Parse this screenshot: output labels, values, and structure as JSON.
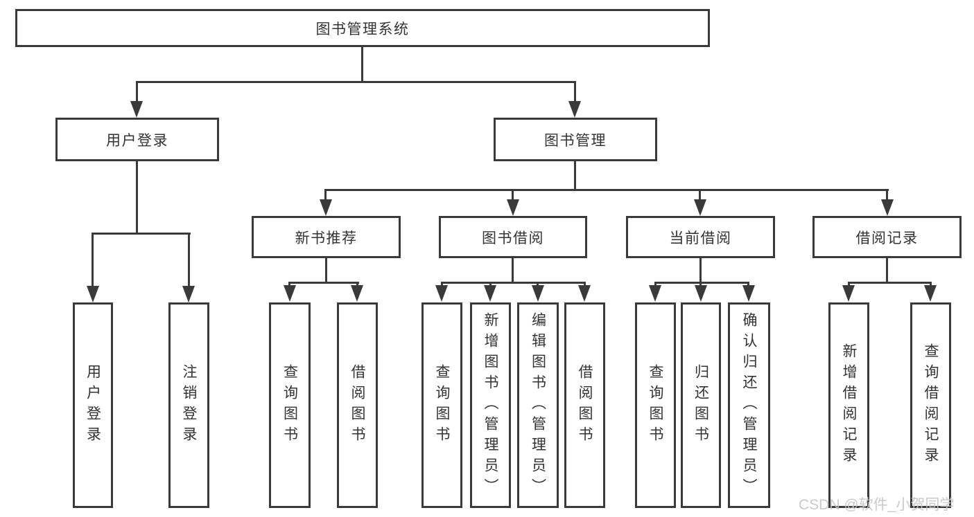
{
  "diagram": {
    "root": {
      "label": "图书管理系统"
    },
    "user_login": {
      "label": "用户登录",
      "leaves": [
        {
          "label": "用户登录"
        },
        {
          "label": "注销登录"
        }
      ]
    },
    "book_management": {
      "label": "图书管理",
      "groups": [
        {
          "label": "新书推荐",
          "leaves": [
            {
              "label": "查询图书"
            },
            {
              "label": "借阅图书"
            }
          ]
        },
        {
          "label": "图书借阅",
          "leaves": [
            {
              "label": "查询图书"
            },
            {
              "label": "新增图书（管理员）"
            },
            {
              "label": "编辑图书（管理员）"
            },
            {
              "label": "借阅图书"
            }
          ]
        },
        {
          "label": "当前借阅",
          "leaves": [
            {
              "label": "查询图书"
            },
            {
              "label": "归还图书"
            },
            {
              "label": "确认归还（管理员）"
            }
          ]
        },
        {
          "label": "借阅记录",
          "leaves": [
            {
              "label": "新增借阅记录"
            },
            {
              "label": "查询借阅记录"
            }
          ]
        }
      ]
    }
  },
  "watermark": {
    "text": "CSDN @软件_小贺同学"
  },
  "colors": {
    "line": "#3a3a3a",
    "text": "#333333",
    "box_background": "#ffffff",
    "page_background": "#ffffff",
    "watermark": "#c5c5c5"
  }
}
